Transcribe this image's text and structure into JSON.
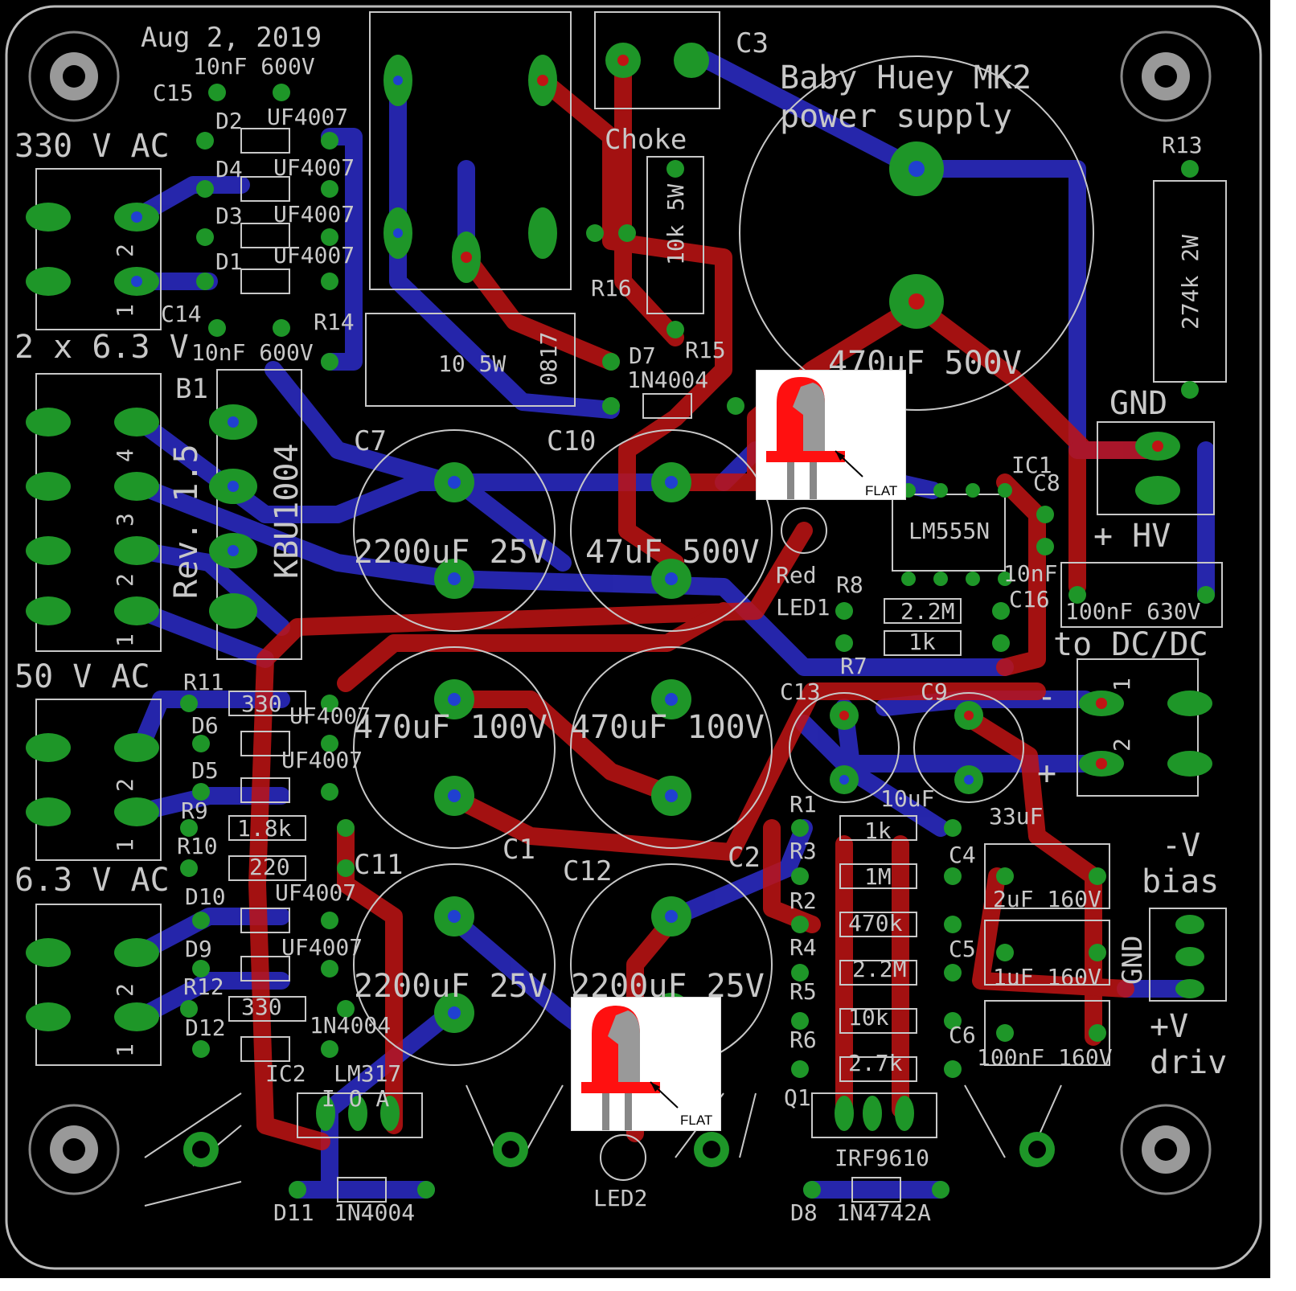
{
  "board": {
    "date": "Aug 2, 2019",
    "title_line1": "Baby Huey MK2",
    "title_line2": "power supply",
    "revision": "Rev. 1.5",
    "colors": {
      "board": "#000000",
      "top_copper": "#c01414",
      "bottom_copper": "#2828b4",
      "pad": "#1e9628",
      "silk": "#c8c8c8"
    }
  },
  "connectors": {
    "ac330": "330 V AC",
    "ac2x63": "2 x 6.3 V",
    "ac50": "50 V AC",
    "ac63": "6.3 V AC",
    "gnd": "GND",
    "hv": "+ HV",
    "dcdc": "to DC/DC",
    "bias1": "-V",
    "bias2": "bias",
    "driv1": "+V",
    "driv2": "driv",
    "gnd_vertical": "GND",
    "pin1": "1",
    "pin2": "2",
    "pin3": "3",
    "pin4": "4",
    "plus": "+",
    "minus": "-"
  },
  "labels": {
    "c15": "C15",
    "c15v": "10nF 600V",
    "d2": "D2",
    "d4": "D4",
    "d3": "D3",
    "d1": "D1",
    "uf": "UF4007",
    "c14": "C14",
    "c14v": "10nF 600V",
    "r14": "R14",
    "b1": "B1",
    "kbu": "KBU1004",
    "c3": "C3",
    "choke": "Choke",
    "r16": "R16",
    "r16v": "10k 5W",
    "r14v": "10 5W",
    "rsense": "0817",
    "d7": "D7",
    "d7v": "1N4004",
    "r15": "R15",
    "cbig": "470uF 500V",
    "r13": "R13",
    "r13v": "274k 2W",
    "c7": "C7",
    "c10": "C10",
    "c7v": "2200uF 25V",
    "c10v": "47uF 500V",
    "ic1": "IC1",
    "ic1v": "LM555N",
    "c8": "C8",
    "c8v": "10nF",
    "c16": "C16",
    "red": "Red",
    "led1": "LED1",
    "r8": "R8",
    "r8v": "2.2M",
    "r7": "R7",
    "r7v": "1k",
    "chv": "100nF 630V",
    "r11": "R11",
    "r11v": "330",
    "d6": "D6",
    "d5": "D5",
    "r9": "R9",
    "r9v": "1.8k",
    "r10": "R10",
    "r10v": "220",
    "c470a": "470uF 100V",
    "c470b": "470uF 100V",
    "c1": "C1",
    "c2": "C2",
    "c13": "C13",
    "c9": "C9",
    "c13v": "10uF",
    "c9v": "33uF",
    "r1": "R1",
    "r1v": "1k",
    "r3": "R3",
    "r3v": "1M",
    "r2": "R2",
    "r2v": "470k",
    "r4": "R4",
    "r4v": "2.2M",
    "r5": "R5",
    "r5v": "10k",
    "r6": "R6",
    "r6v": "2.7k",
    "c4": "C4",
    "c4v": "2uF 160V",
    "c5": "C5",
    "c5v": "1uF 160V",
    "c6": "C6",
    "c6v": "100nF 160V",
    "c11": "C11",
    "c12": "C12",
    "c11v": "2200uF 25V",
    "c12v": "2200uF 25V",
    "d10": "D10",
    "d9": "D9",
    "r12": "R12",
    "r12v": "330",
    "d12": "D12",
    "d12v": "1N4004",
    "ic2": "IC2",
    "ic2v": "LM317",
    "ioa": "I O A",
    "led2": "LED2",
    "d11": "D11",
    "d11v": "1N4004",
    "q1": "Q1",
    "q1v": "IRF9610",
    "d8": "D8",
    "d8v": "1N4742A"
  },
  "led_callouts": [
    {
      "note": "FLAT"
    },
    {
      "note": "FLAT"
    }
  ]
}
